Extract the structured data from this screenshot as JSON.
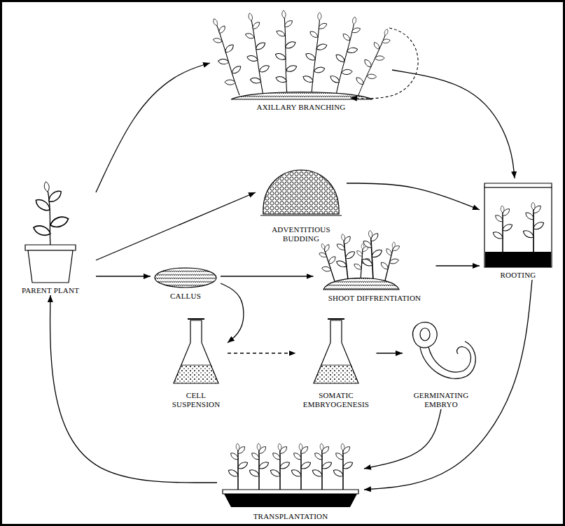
{
  "diagram": {
    "nodes": [
      {
        "text": [
          "AXILLARY BRANCHING"
        ]
      },
      {
        "text": [
          "ADVENTITIOUS BUDDING"
        ]
      },
      {
        "text": [
          "PARENT PLANT"
        ]
      },
      {
        "text": [
          "CALLUS"
        ]
      },
      {
        "text": [
          "SHOOT DIFFRENTIATION"
        ]
      },
      {
        "text": [
          "ROOTING"
        ]
      },
      {
        "text": [
          "CELL SUSPENSION"
        ]
      },
      {
        "text": [
          "SOMATIC EMBRYOGENESIS"
        ]
      },
      {
        "text": [
          "GERMINATING EMBRYO"
        ]
      },
      {
        "text": [
          "TRANSPLANTATION"
        ]
      }
    ],
    "edges": [
      {
        "from": 2,
        "to": 0,
        "arrow": "to"
      },
      {
        "from": 0,
        "to": 5,
        "arrow": "to"
      },
      {
        "from": 2,
        "to": 1,
        "arrow": "to"
      },
      {
        "from": 1,
        "to": 5,
        "arrow": "to"
      },
      {
        "from": 2,
        "to": 3,
        "arrow": "to"
      },
      {
        "from": 3,
        "to": 4,
        "arrow": "to"
      },
      {
        "from": 4,
        "to": 5,
        "arrow": "to"
      },
      {
        "from": 3,
        "to": 6,
        "arrow": "to"
      },
      {
        "from": 6,
        "to": 7,
        "arrow": "to"
      },
      {
        "from": 7,
        "to": 8,
        "arrow": "to"
      },
      {
        "from": 5,
        "to": 9,
        "arrow": "to"
      },
      {
        "from": 8,
        "to": 9,
        "arrow": "to"
      },
      {
        "from": 9,
        "to": 2,
        "arrow": "to"
      }
    ]
  }
}
